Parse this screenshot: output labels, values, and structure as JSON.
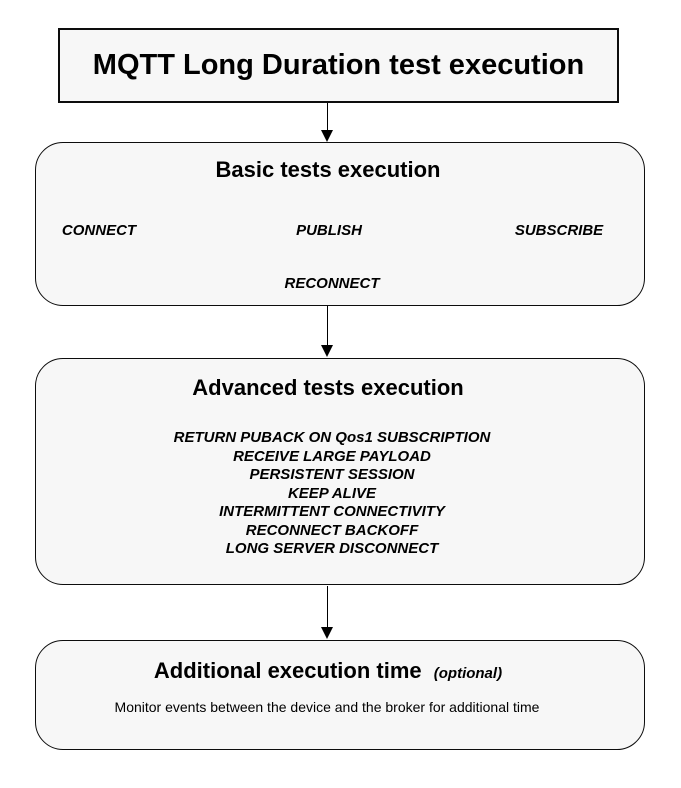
{
  "diagram": {
    "background_color": "#ffffff",
    "node_fill_color": "#f7f7f7",
    "node_border_color": "#0d0d0d",
    "text_color": "#000000",
    "title_box": {
      "label": "MQTT Long Duration test execution"
    },
    "basic_box": {
      "title": "Basic tests execution",
      "row_items": [
        "CONNECT",
        "PUBLISH",
        "SUBSCRIBE"
      ],
      "bottom_item": "RECONNECT"
    },
    "advanced_box": {
      "title": "Advanced tests execution",
      "items": [
        "RETURN PUBACK ON Qos1 SUBSCRIPTION",
        "RECEIVE LARGE PAYLOAD",
        "PERSISTENT SESSION",
        "KEEP ALIVE",
        "INTERMITTENT CONNECTIVITY",
        "RECONNECT BACKOFF",
        "LONG SERVER DISCONNECT"
      ]
    },
    "additional_box": {
      "title": "Additional execution time",
      "title_note": "(optional)",
      "description": "Monitor events between the device and the broker for additional time"
    }
  }
}
